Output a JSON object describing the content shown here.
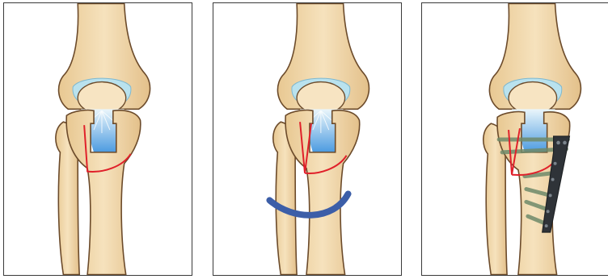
{
  "figure": {
    "panels": [
      {
        "id": "panel-1",
        "shows": [
          "knee-joint",
          "osteotomy-wedge-outline"
        ]
      },
      {
        "id": "panel-2",
        "shows": [
          "knee-joint",
          "osteotomy-wedge-outline",
          "correction-arc-arrow"
        ]
      },
      {
        "id": "panel-3",
        "shows": [
          "knee-joint",
          "osteotomy-wedge-outline",
          "fixation-plate",
          "screws"
        ]
      }
    ],
    "colors": {
      "bone_fill": "#f3d9ae",
      "bone_outline": "#6b4a2a",
      "cartilage": "#a9d9e8",
      "meniscus_blue": "#5aa8e6",
      "osteotomy_line": "#e0202a",
      "correction_arc": "#3c5ea8",
      "plate": "#2f3338",
      "screw": "#6f8a6a"
    }
  }
}
